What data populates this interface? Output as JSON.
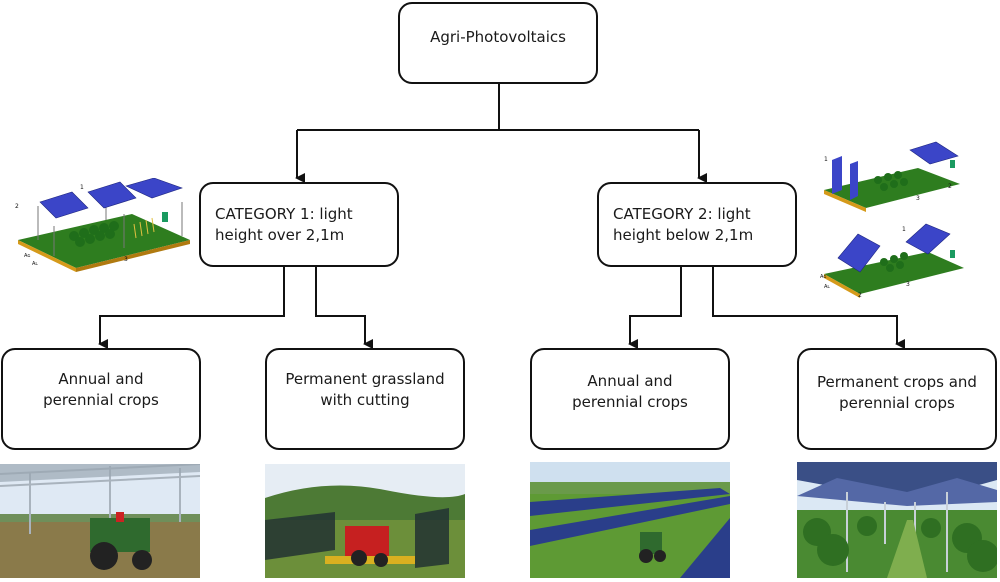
{
  "root": {
    "label": "Agri-Photovoltaics"
  },
  "categories": [
    {
      "id": "cat1",
      "label": "CATEGORY 1: light height over 2,1m"
    },
    {
      "id": "cat2",
      "label": "CATEGORY 2: light height below 2,1m"
    }
  ],
  "leaves": [
    {
      "id": "leaf1",
      "label": "Annual and perennial crops"
    },
    {
      "id": "leaf2",
      "label": "Permanent grassland with cutting"
    },
    {
      "id": "leaf3",
      "label": "Annual and perennial crops"
    },
    {
      "id": "leaf4",
      "label": "Permanent crops and perennial crops"
    }
  ],
  "render_labels": {
    "one": "1",
    "two": "2",
    "three": "3",
    "a_g": "Aɢ",
    "a_l": "Aʟ"
  },
  "colors": {
    "line": "#111111",
    "panel": "#3b45c8",
    "ground": "#2e7d1f",
    "soil": "#d59a1a",
    "sky": "#dfe9f4"
  }
}
